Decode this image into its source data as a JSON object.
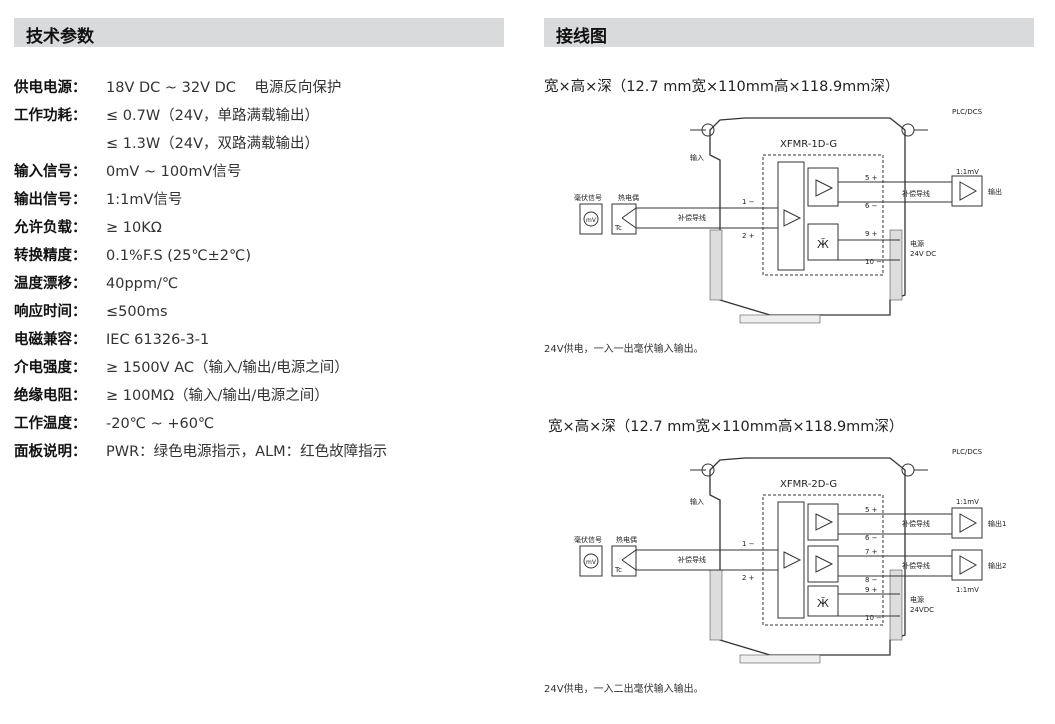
{
  "left_section": {
    "title": "技术参数",
    "specs": [
      {
        "label": "供电电源：",
        "value": "18V DC ~ 32V DC    电源反向保护"
      },
      {
        "label": "工作功耗：",
        "value": "≤ 0.7W（24V，单路满载输出）"
      },
      {
        "label": "",
        "value": "≤ 1.3W（24V，双路满载输出）"
      },
      {
        "label": "输入信号：",
        "value": "0mV ~ 100mV信号"
      },
      {
        "label": "输出信号：",
        "value": "1:1mV信号"
      },
      {
        "label": "允许负载：",
        "value": "≥ 10KΩ"
      },
      {
        "label": "转换精度：",
        "value": "0.1%F.S (25℃±2℃)"
      },
      {
        "label": "温度漂移：",
        "value": "40ppm/℃"
      },
      {
        "label": "响应时间：",
        "value": "≤500ms"
      },
      {
        "label": "电磁兼容：",
        "value": "IEC 61326-3-1"
      },
      {
        "label": "介电强度：",
        "value": "≥ 1500V AC（输入/输出/电源之间）"
      },
      {
        "label": "绝缘电阻：",
        "value": "≥ 100MΩ（输入/输出/电源之间）"
      },
      {
        "label": "工作温度：",
        "value": "-20℃ ~ +60℃"
      },
      {
        "label": "面板说明：",
        "value": "PWR：绿色电源指示，ALM：红色故障指示"
      }
    ]
  },
  "right_section": {
    "title": "接线图",
    "diagrams": [
      {
        "dimensions": "宽×高×深（12.7 mm宽×110mm高×118.9mm深）",
        "model": "XFMR-1D-G",
        "plc": "PLC/DCS",
        "input_label": "输入",
        "mv_label": "毫伏信号",
        "tc_label": "热电偶",
        "comp_wire": "补偿导线",
        "ratio": "1:1mV",
        "output_label": "输出",
        "power_label": "电源",
        "power_value": "24V DC",
        "terminals": [
          "1 −",
          "2 +",
          "5 +",
          "6 −",
          "9 +",
          "10 −"
        ],
        "caption": "24V供电，一入一出毫伏输入输出。"
      },
      {
        "dimensions": "宽×高×深（12.7 mm宽×110mm高×118.9mm深）",
        "model": "XFMR-2D-G",
        "plc": "PLC/DCS",
        "input_label": "输入",
        "mv_label": "毫伏信号",
        "tc_label": "热电偶",
        "comp_wire": "补偿导线",
        "ratio": "1:1mV",
        "output1_label": "输出1",
        "output2_label": "输出2",
        "power_label": "电源",
        "power_value": "24VDC",
        "terminals": [
          "1 −",
          "2 +",
          "5 +",
          "6 −",
          "7 +",
          "8 −",
          "9 +",
          "10 −"
        ],
        "caption": "24V供电，一入二出毫伏输入输出。"
      }
    ]
  },
  "mv_symbol": "mV",
  "tc_symbol": "Tc"
}
